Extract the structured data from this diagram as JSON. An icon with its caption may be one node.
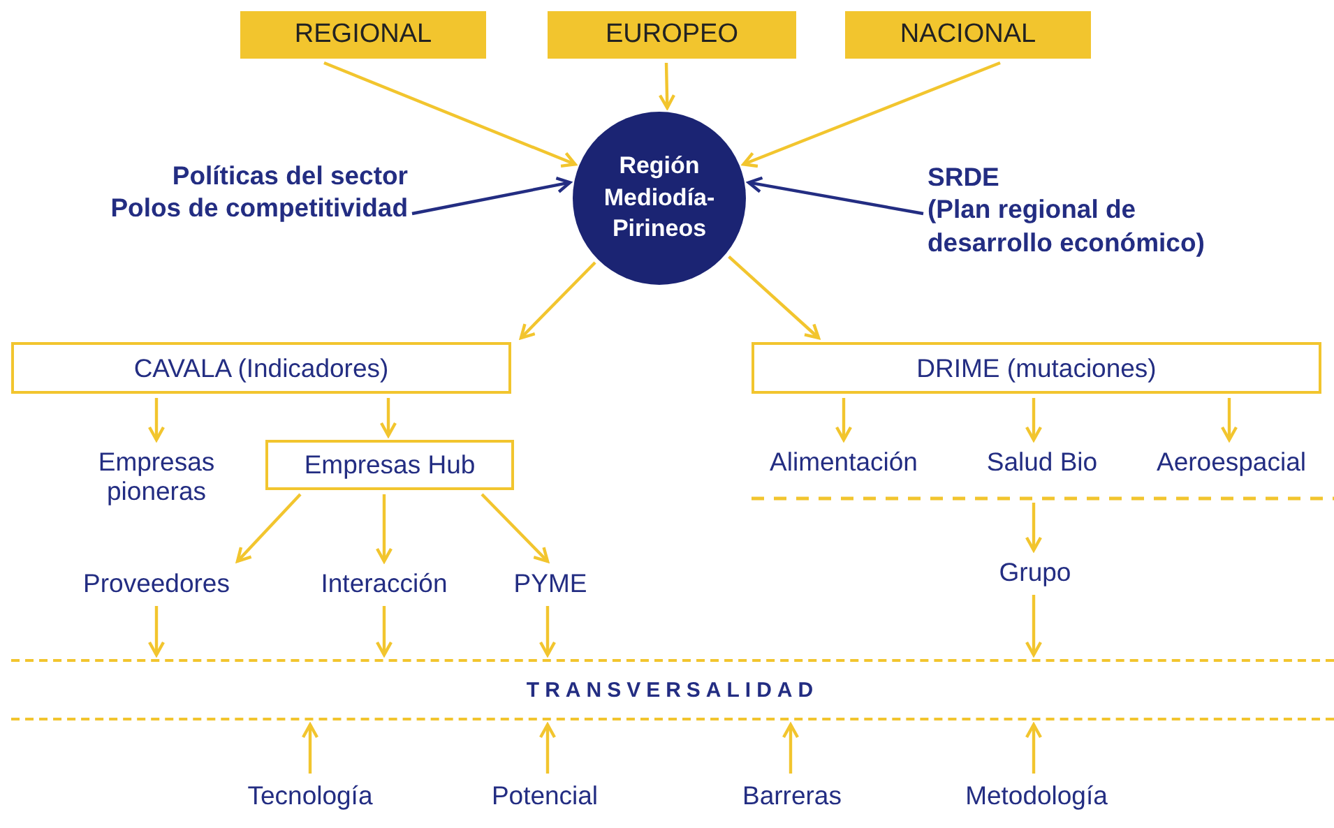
{
  "diagram": {
    "nodes": [
      {
        "text": [
          "REGIONAL"
        ]
      },
      {
        "text": [
          "EUROPEO"
        ]
      },
      {
        "text": [
          "NACIONAL"
        ]
      },
      {
        "text": [
          "Políticas del sector",
          "Polos de competitividad"
        ]
      },
      {
        "text": [
          "Región Mediodía-Pirineos"
        ]
      },
      {
        "text": [
          "SRDE",
          "(Plan regional de desarrollo económico)"
        ]
      },
      {
        "text": [
          "CAVALA (Indicadores)"
        ]
      },
      {
        "text": [
          "DRIME (mutaciones)"
        ]
      },
      {
        "text": [
          "Empresas pioneras"
        ]
      },
      {
        "text": [
          "Empresas Hub"
        ]
      },
      {
        "text": [
          "Alimentación"
        ]
      },
      {
        "text": [
          "Salud Bio"
        ]
      },
      {
        "text": [
          "Aeroespacial"
        ]
      },
      {
        "text": [
          "Proveedores"
        ]
      },
      {
        "text": [
          "Interacción"
        ]
      },
      {
        "text": [
          "PYME"
        ]
      },
      {
        "text": [
          "Grupo"
        ]
      },
      {
        "text": [
          "TRANSVERSALIDAD"
        ]
      },
      {
        "text": [
          "Tecnología"
        ]
      },
      {
        "text": [
          "Potencial"
        ]
      },
      {
        "text": [
          "Barreras"
        ]
      },
      {
        "text": [
          "Metodología"
        ]
      }
    ],
    "edges": [
      {
        "from": 0,
        "to": 4,
        "arrow": "to"
      },
      {
        "from": 1,
        "to": 4,
        "arrow": "to"
      },
      {
        "from": 2,
        "to": 4,
        "arrow": "to"
      },
      {
        "from": 3,
        "to": 4,
        "arrow": "to",
        "color": "#232d82"
      },
      {
        "from": 5,
        "to": 4,
        "arrow": "to",
        "color": "#232d82"
      },
      {
        "from": 4,
        "to": 6,
        "arrow": "to"
      },
      {
        "from": 4,
        "to": 7,
        "arrow": "to"
      },
      {
        "from": 6,
        "to": 8,
        "arrow": "to"
      },
      {
        "from": 6,
        "to": 9,
        "arrow": "to"
      },
      {
        "from": 7,
        "to": 10,
        "arrow": "to"
      },
      {
        "from": 7,
        "to": 11,
        "arrow": "to"
      },
      {
        "from": 7,
        "to": 12,
        "arrow": "to"
      },
      {
        "from": 9,
        "to": 13,
        "arrow": "to"
      },
      {
        "from": 9,
        "to": 14,
        "arrow": "to"
      },
      {
        "from": 9,
        "to": 15,
        "arrow": "to"
      },
      {
        "from": null,
        "to": 16,
        "arrow": "to"
      },
      {
        "from": 13,
        "to": 17,
        "arrow": "to"
      },
      {
        "from": 14,
        "to": 17,
        "arrow": "to"
      },
      {
        "from": 15,
        "to": 17,
        "arrow": "to"
      },
      {
        "from": 16,
        "to": 17,
        "arrow": "to"
      },
      {
        "from": 18,
        "to": 17,
        "arrow": "to"
      },
      {
        "from": 19,
        "to": 17,
        "arrow": "to"
      },
      {
        "from": 20,
        "to": 17,
        "arrow": "to"
      },
      {
        "from": 21,
        "to": 17,
        "arrow": "to"
      }
    ]
  }
}
